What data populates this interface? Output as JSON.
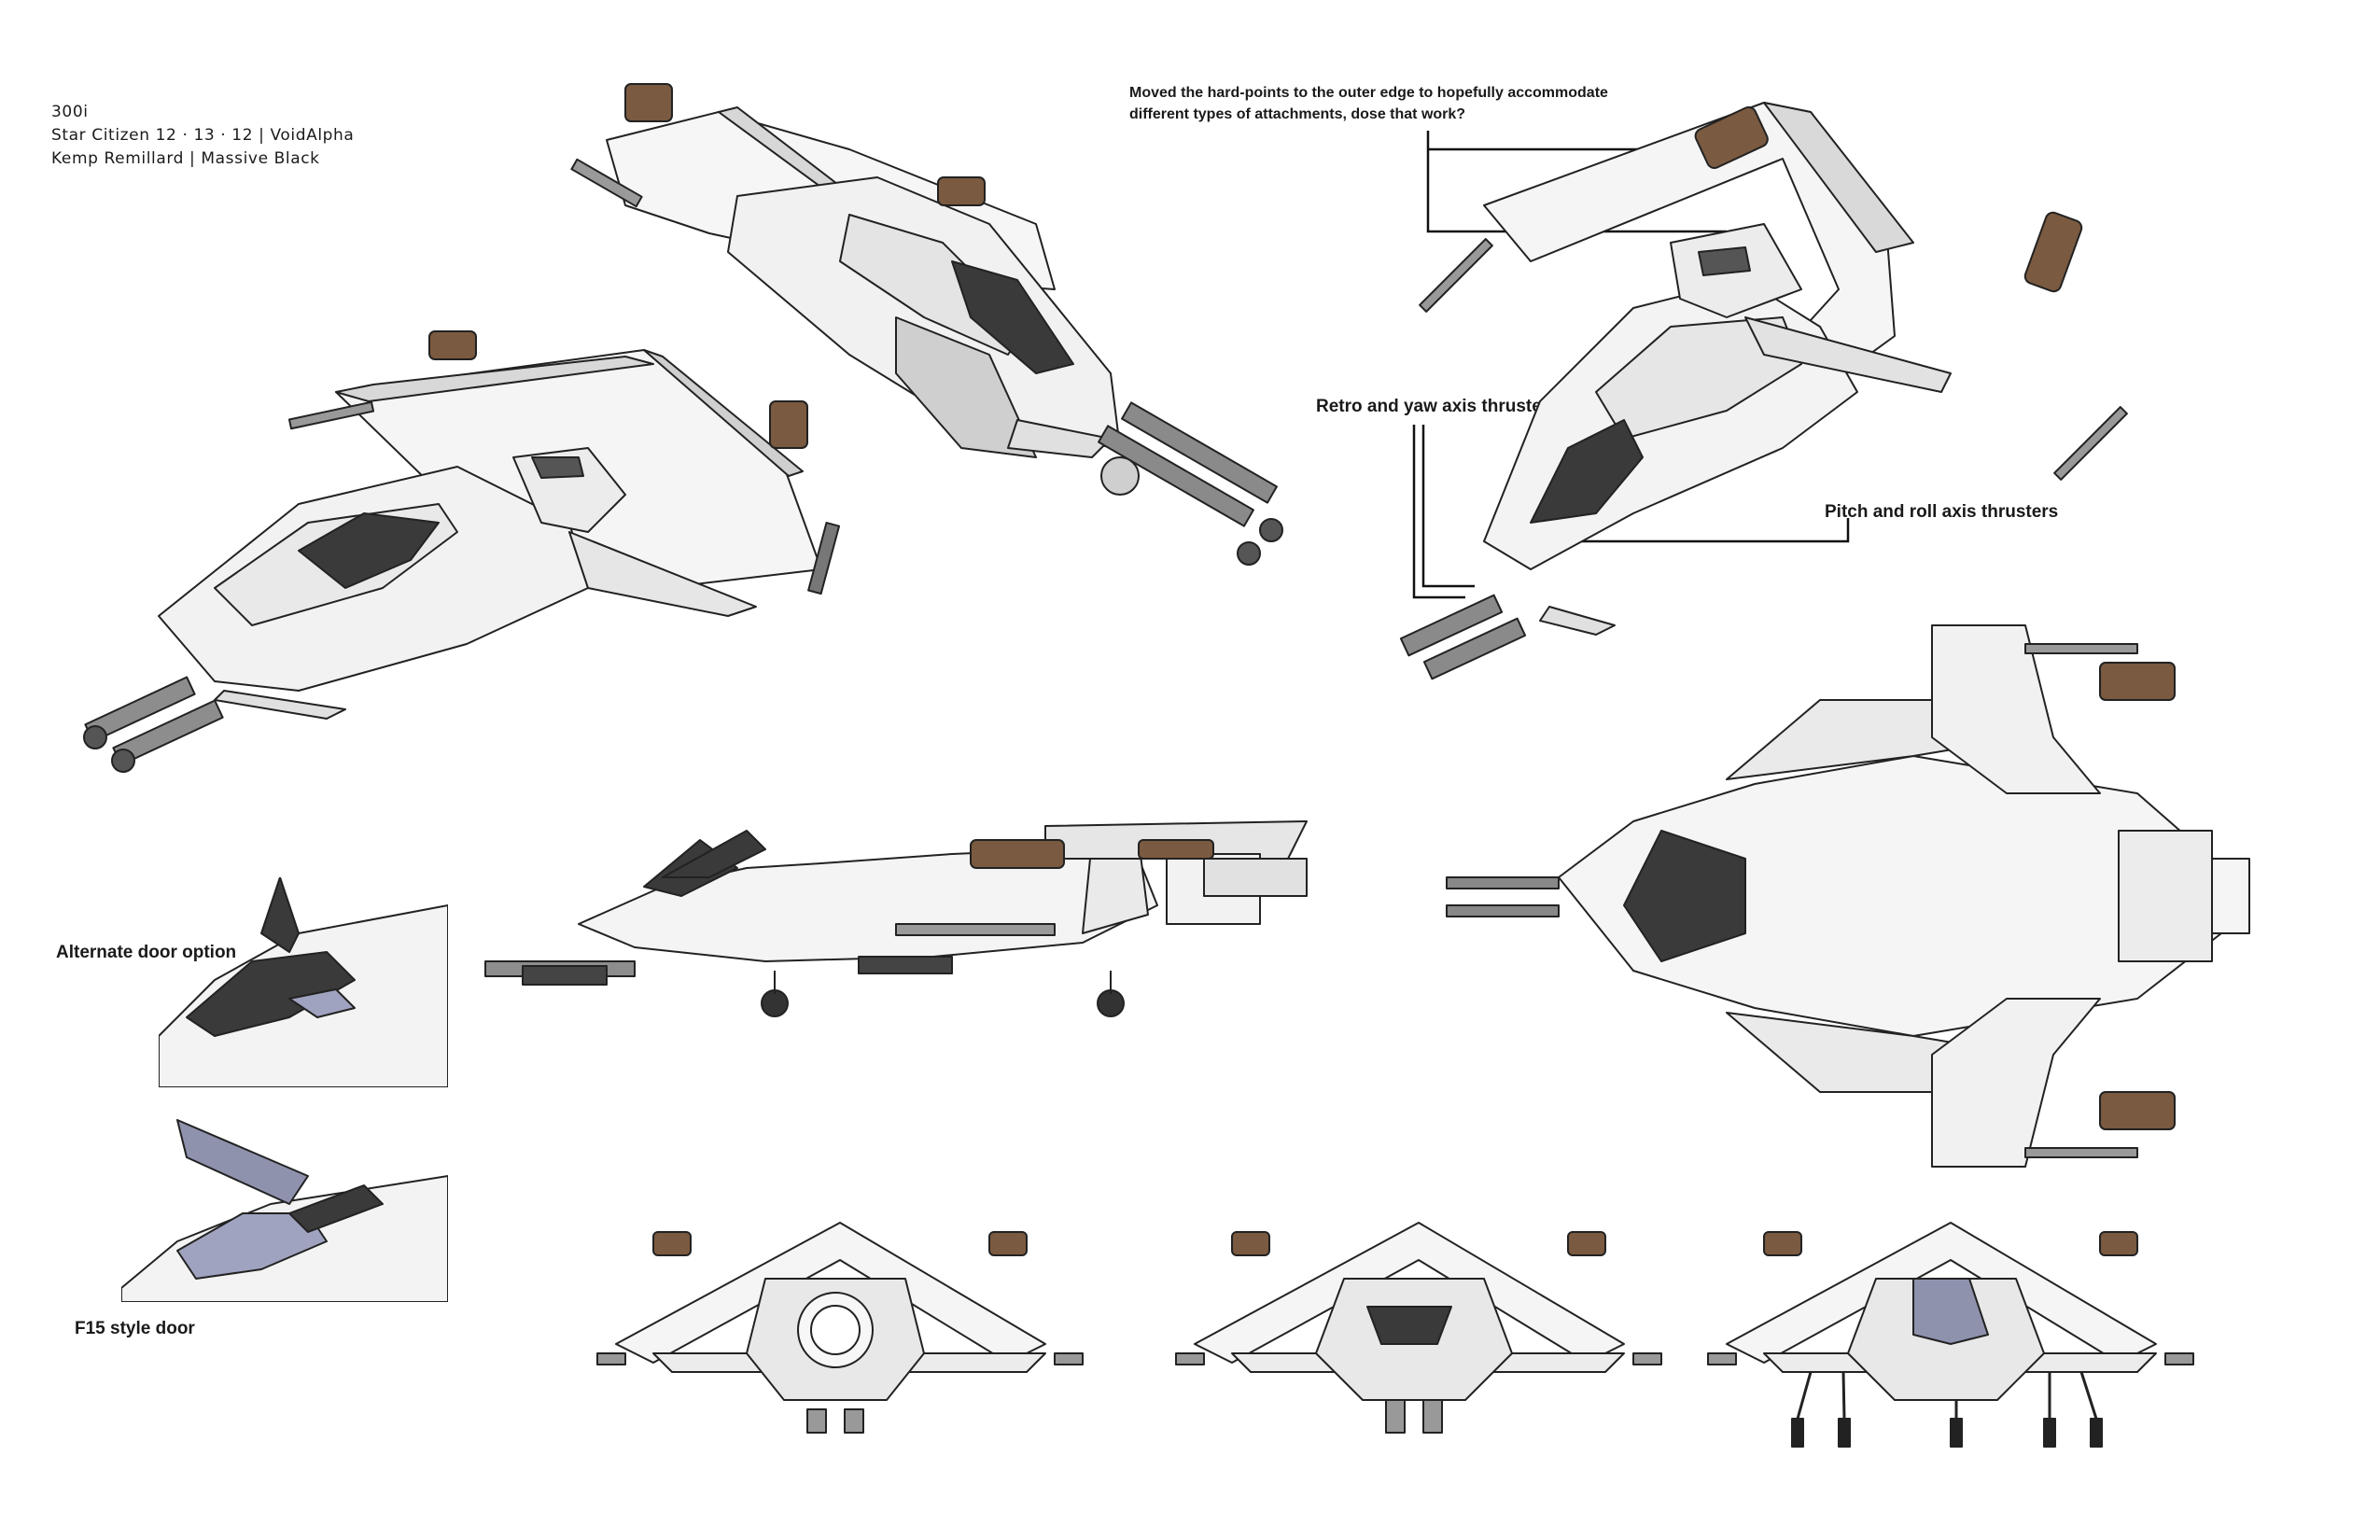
{
  "header": {
    "line1": "300i",
    "line2": "Star Citizen 12 · 13 · 12 | VoidAlpha",
    "line3": "Kemp Remillard | Massive Black"
  },
  "annotations": {
    "hardpoints_line1": "Moved the hard-points to the outer edge to hopefully accommodate",
    "hardpoints_line2": "different types of attachments, dose that work?",
    "retro_yaw": "Retro and yaw axis thrusters",
    "pitch_roll": "Pitch and roll axis thrusters",
    "alternate_door": "Alternate door option",
    "f15_door": "F15 style door"
  },
  "colors": {
    "hull": "#f4f4f4",
    "hull_shade": "#c9c9c9",
    "canopy": "#3a3a3a",
    "canopy_glass": "#9fa3bf",
    "weapon_pod": "#7a5a40",
    "line": "#222222"
  }
}
